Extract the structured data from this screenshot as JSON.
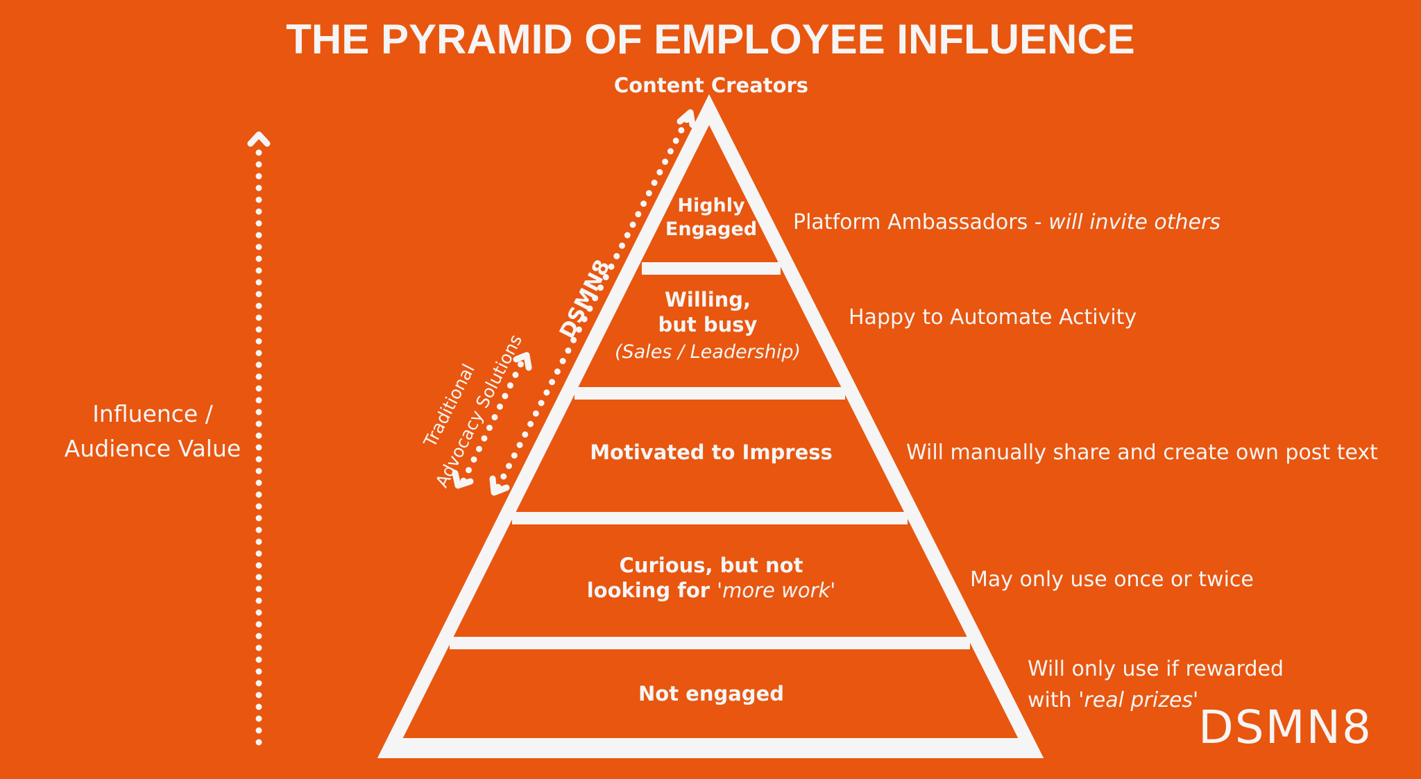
{
  "title": "THE PYRAMID OF EMPLOYEE INFLUENCE",
  "apex_label": "Content Creators",
  "axis": {
    "label_line1": "Influence /",
    "label_line2": "Audience Value",
    "icon": "dotted-up-arrow-icon"
  },
  "pyramid": {
    "tiers": [
      {
        "line1": "Highly",
        "line2": "Engaged",
        "description": "Platform Ambassadors - ",
        "description_italic": "will invite others"
      },
      {
        "line1": "Willing,",
        "line2": "but busy",
        "sub": "(Sales / Leadership)",
        "description": "Happy to Automate Activity"
      },
      {
        "line1": "Motivated to Impress",
        "description": "Will manually share and create own post text"
      },
      {
        "line1": "Curious, but not",
        "line2": "looking for ",
        "line2_italic": "'more work'",
        "description": "May only use once or twice"
      },
      {
        "line1": "Not engaged",
        "description_line1": "Will only use if rewarded",
        "description_line2": "with ",
        "description_line2_italic": "'real prizes'"
      }
    ]
  },
  "ranges": {
    "dsmn8_label": "DSMN8",
    "traditional_line1": "Traditional",
    "traditional_line2": "Advocacy Solutions"
  },
  "logo": "DSMN8",
  "colors": {
    "background": "#E8560F",
    "foreground": "#F5F5F5"
  }
}
